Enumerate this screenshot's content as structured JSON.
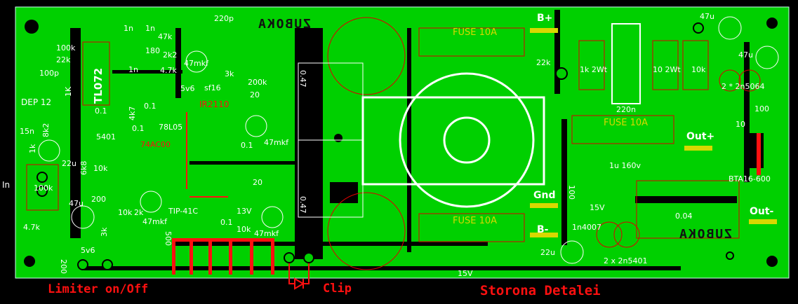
{
  "board": {
    "copper_color": "#00d000",
    "silk_color": "#ffffff",
    "outline_color": "#ff1010",
    "fuse_color": "#d8d800"
  },
  "labels": [
    "220p",
    "1n",
    "1n",
    "47k",
    "100k",
    "22k",
    "180",
    "2k2",
    "4.7k",
    "47mkf",
    "100p",
    "1n",
    "3k",
    "5v6",
    "sf16",
    "200k",
    "20",
    "1K",
    "TL072",
    "DEP 12",
    "8k2",
    "0.1",
    "0.1",
    "4k7",
    "0.1",
    "78L05",
    "5401",
    "15n",
    "1k",
    "22u",
    "6k8",
    "10k",
    "100k",
    "47u",
    "200",
    "10k",
    "2k",
    "47mkf",
    "TIP-41C",
    "13V",
    "0.1",
    "10k",
    "47mkf",
    "3k",
    "4.7k",
    "5v6",
    "200",
    "500",
    "0.1",
    "47mkf",
    "20",
    "0.47",
    "0.47",
    "B+",
    "22k",
    "1k 2Wt",
    "10 2Wt",
    "10k",
    "220n",
    "47u",
    "47u",
    "2 * 2n5064",
    "100",
    "10",
    "Out+",
    "1u 160v",
    "BTA16-600",
    "Gnd",
    "100",
    "15V",
    "Out-",
    "B-",
    "1n4007",
    "0.04",
    "22u",
    "2 x 2n5401",
    "15V",
    "In"
  ],
  "fuses": [
    "FUSE 10A",
    "FUSE 10A",
    "FUSE 10A"
  ],
  "red_labels": {
    "limiter": "Limiter on/Off",
    "clip": "Clip",
    "side": "Storona Detalei",
    "ir2110": "IR2110",
    "ac00": "74AC00"
  },
  "logo_text": "ZUBOKA"
}
